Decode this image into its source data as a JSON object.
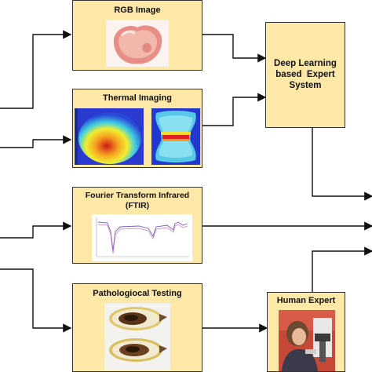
{
  "boxes": {
    "rgb": {
      "title": "RGB Image"
    },
    "thermal": {
      "title": "Thermal Imaging"
    },
    "ftir": {
      "title_line1": "Fourier Transform Infrared",
      "title_line2": "(FTIR)"
    },
    "patho": {
      "title": "Pathologiocal  Testing"
    },
    "expert_system": {
      "title_line1": "Deep Learning",
      "title_line2": "based  Expert",
      "title_line3": "System"
    },
    "human": {
      "title": "Human Expert"
    }
  },
  "colors": {
    "box_fill": "#fde8a8",
    "border": "#333333",
    "arrow": "#111111"
  }
}
